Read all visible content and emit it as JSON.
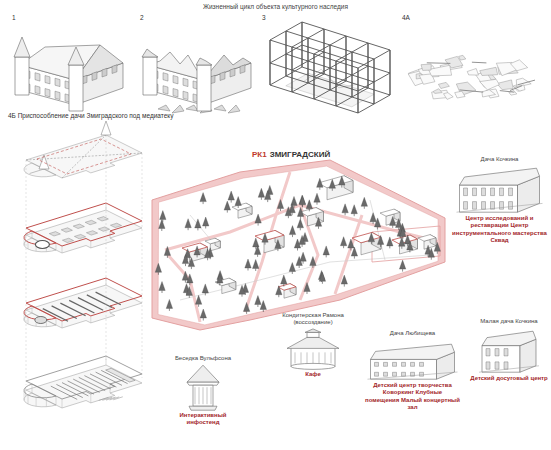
{
  "diagram": {
    "title": "Жизненный цикл объекта культурного наследия",
    "nodes": [
      {
        "text": [
          "Дача Кочкина",
          "Центр исследований и реставрации Центр инструментального мастерства Сквад"
        ]
      },
      {
        "text": [
          "Кондитерская Рамона (воссоздание)",
          "Кафе"
        ]
      },
      {
        "text": [
          "Малая дача Кочкина",
          "Детский досуговый центр"
        ]
      },
      {
        "text": [
          "Дача Любищева",
          "Детский центр творчества Коворкинг Клубные помещения Малый концертный зал"
        ]
      },
      {
        "text": [
          "Беседка Вульфсона",
          "Интерактивный инфостенд"
        ]
      }
    ],
    "labels": [
      "1",
      "2",
      "3",
      "4А",
      "4Б Приспособление дачи Змиградского под медиатеку",
      "РК1",
      "ЗМИГРАДСКИЙ"
    ]
  }
}
